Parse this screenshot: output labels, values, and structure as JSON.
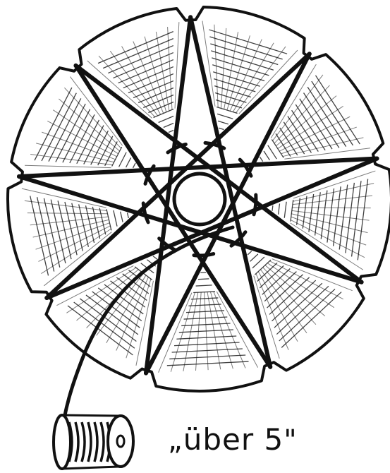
{
  "caption": {
    "open_quote": "„",
    "text": "über 5",
    "close_quote": "\""
  },
  "illustration": {
    "subject": "weaving-disc-with-thread-spool",
    "ink_color": "#111111",
    "paper_color": "#ffffff",
    "notch_count": 9,
    "star_points": 9
  }
}
